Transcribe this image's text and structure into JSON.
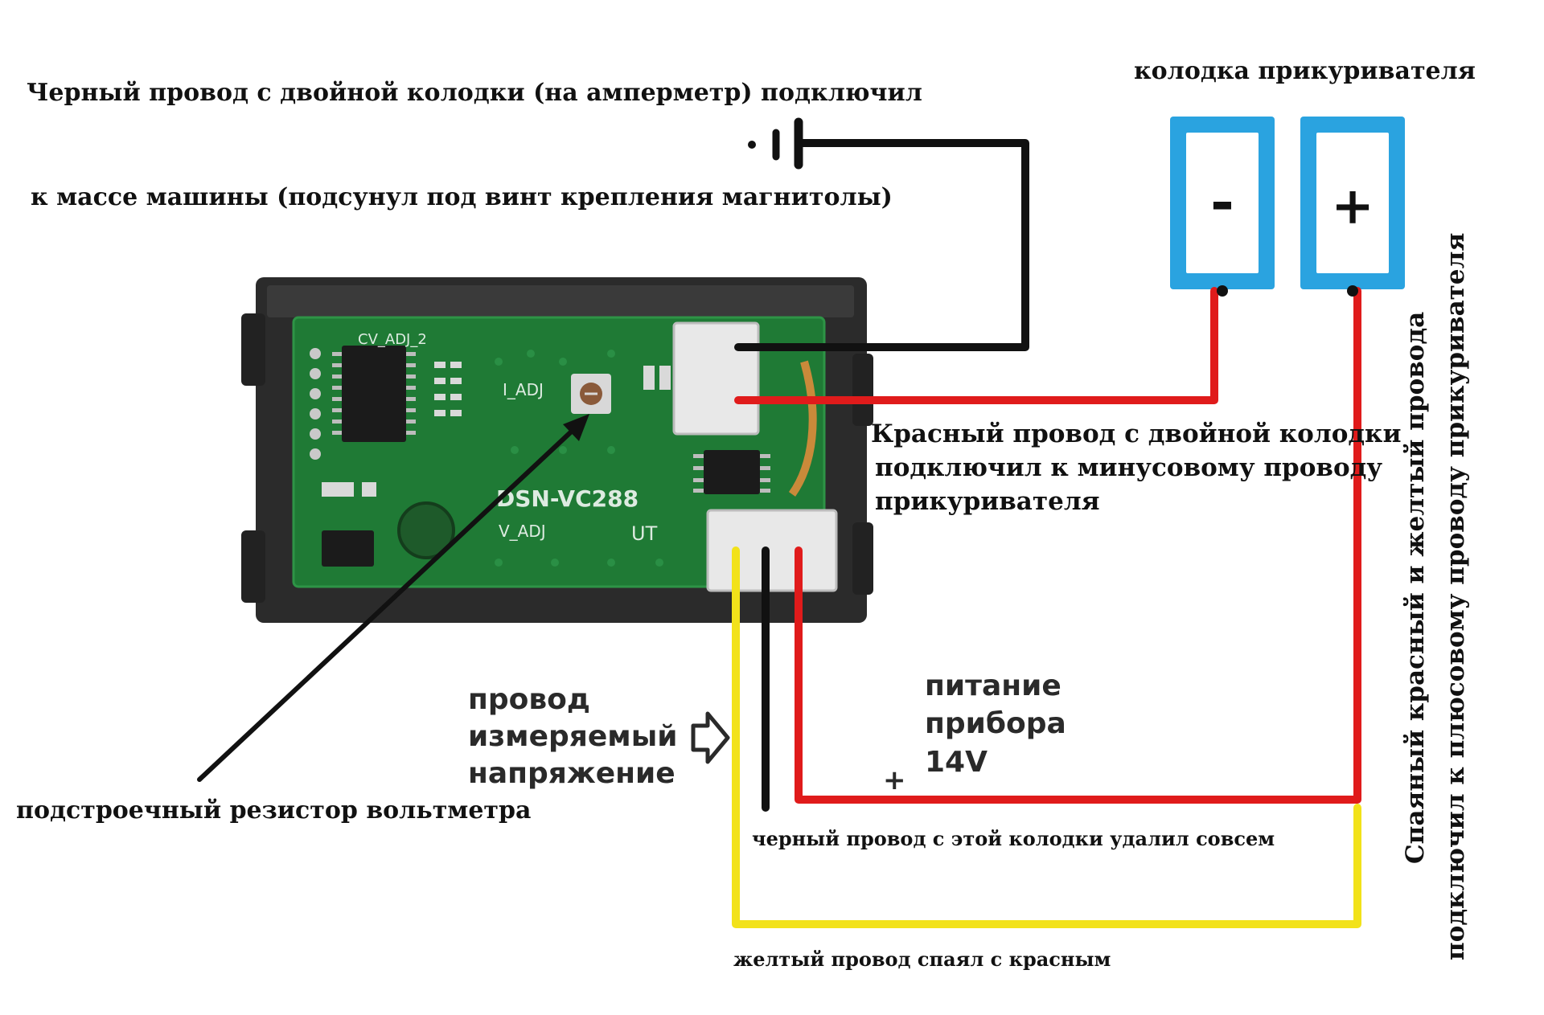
{
  "labels": {
    "black_wire_line1": "Черный провод с двойной колодки (на амперметр) подключил",
    "black_wire_line2": "к массе машины (подсунул под винт крепления магнитолы)",
    "socket_title": "колодка прикуривателя",
    "socket_minus": "-",
    "socket_plus": "+",
    "red_wire_line1": "Красный провод с двойной колодки",
    "red_wire_line2": "подключил к минусовому проводу",
    "red_wire_line3": "прикуривателя",
    "side_line1": "Спаяный красный и желтый провода",
    "side_line2": "подключил к плюсовому проводу прикуривателя",
    "measured_line1": "провод",
    "measured_line2": "измеряемый",
    "measured_line3": "напряжение",
    "power_line1": "питание",
    "power_line2": "прибора",
    "power_line3": "14V",
    "power_plus": "+",
    "trimmer": "подстроечный резистор вольтметра",
    "black_removed": "черный провод с этой колодки удалил совсем",
    "yellow_soldered": "желтый провод спаял с красным",
    "board_model": "DSN-VC288",
    "board_i_adj": "I_ADJ",
    "board_v_adj": "V_ADJ",
    "board_ut": "UT",
    "board_cv_adj": "CV_ADJ_2"
  },
  "colors": {
    "wire_black": "#111111",
    "wire_red": "#e01b1b",
    "wire_yellow": "#f2e21a",
    "socket_blue": "#2aa3e0",
    "board_green": "#1f7a35",
    "case_dark": "#2b2b2b",
    "connector_white": "#e8e8e8"
  },
  "icons": {
    "ground": "ground-symbol-icon",
    "arrow": "outline-arrow-right-icon"
  }
}
